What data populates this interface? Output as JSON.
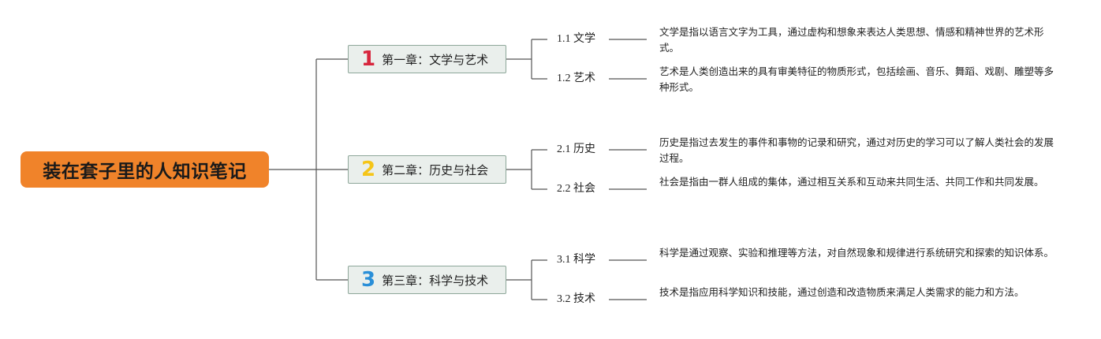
{
  "root": {
    "title": "装在套子里的人知识笔记"
  },
  "chapters": [
    {
      "number": "1",
      "number_color": "#d7263d",
      "label": "第一章：文学与艺术",
      "subs": [
        {
          "label": "1.1 文学",
          "desc": "文学是指以语言文字为工具，通过虚构和想象来表达人类思想、情感和精神世界的艺术形式。"
        },
        {
          "label": "1.2 艺术",
          "desc": "艺术是人类创造出来的具有审美特征的物质形式，包括绘画、音乐、舞蹈、戏剧、雕塑等多种形式。"
        }
      ]
    },
    {
      "number": "2",
      "number_color": "#f5c518",
      "label": "第二章：历史与社会",
      "subs": [
        {
          "label": "2.1 历史",
          "desc": "历史是指过去发生的事件和事物的记录和研究，通过对历史的学习可以了解人类社会的发展过程。"
        },
        {
          "label": "2.2 社会",
          "desc": "社会是指由一群人组成的集体，通过相互关系和互动来共同生活、共同工作和共同发展。"
        }
      ]
    },
    {
      "number": "3",
      "number_color": "#2a8fd8",
      "label": "第三章：科学与技术",
      "subs": [
        {
          "label": "3.1 科学",
          "desc": "科学是通过观察、实验和推理等方法，对自然现象和规律进行系统研究和探索的知识体系。"
        },
        {
          "label": "3.2 技术",
          "desc": "技术是指应用科学知识和技能，通过创造和改造物质来满足人类需求的能力和方法。"
        }
      ]
    }
  ]
}
